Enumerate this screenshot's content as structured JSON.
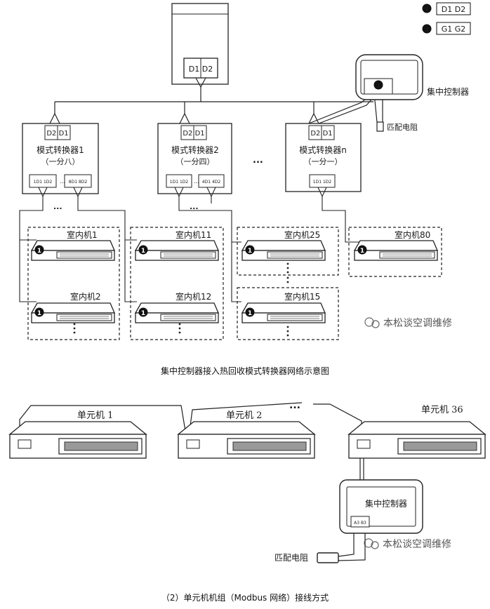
{
  "legend": {
    "item1": {
      "marker": "1",
      "text": "D1 D2"
    },
    "item2": {
      "marker": "2",
      "text": "G1 G2"
    }
  },
  "outdoor_unit": {
    "terminals": "D1 D2"
  },
  "central_controller": {
    "label": "集中控制器",
    "marker": "2"
  },
  "matching_resistor": {
    "label": "匹配电阻"
  },
  "ellipsis": "...",
  "converters": [
    {
      "terminals": "D2 D1",
      "name": "模式转换器1",
      "split": "（一分八）",
      "port_a": "1D1 1D2",
      "port_b": "8D1 8D2"
    },
    {
      "terminals": "D2 D1",
      "name": "模式转换器2",
      "split": "（一分四）",
      "port_a": "1D1 1D2",
      "port_b": "4D1 4D2"
    },
    {
      "terminals": "D2 D1",
      "name": "模式转换器n",
      "split": "（一分一）",
      "port_a": "1D1 1D2"
    }
  ],
  "indoor_units": [
    "室内机1",
    "室内机2",
    "室内机11",
    "室内机12",
    "室内机25",
    "室内机15",
    "室内机80"
  ],
  "watermark": "本松谈空调维修",
  "caption_top": "集中控制器接入热回收模式转换器网络示意图",
  "bottom": {
    "units": [
      "单元机 1",
      "单元机 2",
      "单元机 36"
    ],
    "controller_label": "集中控制器",
    "controller_terminals": "A3 B3",
    "resistor_label": "匹配电阻",
    "watermark": "本松谈空调维修"
  },
  "caption_bottom": "（2）单元机机组（Modbus 网络）接线方式"
}
